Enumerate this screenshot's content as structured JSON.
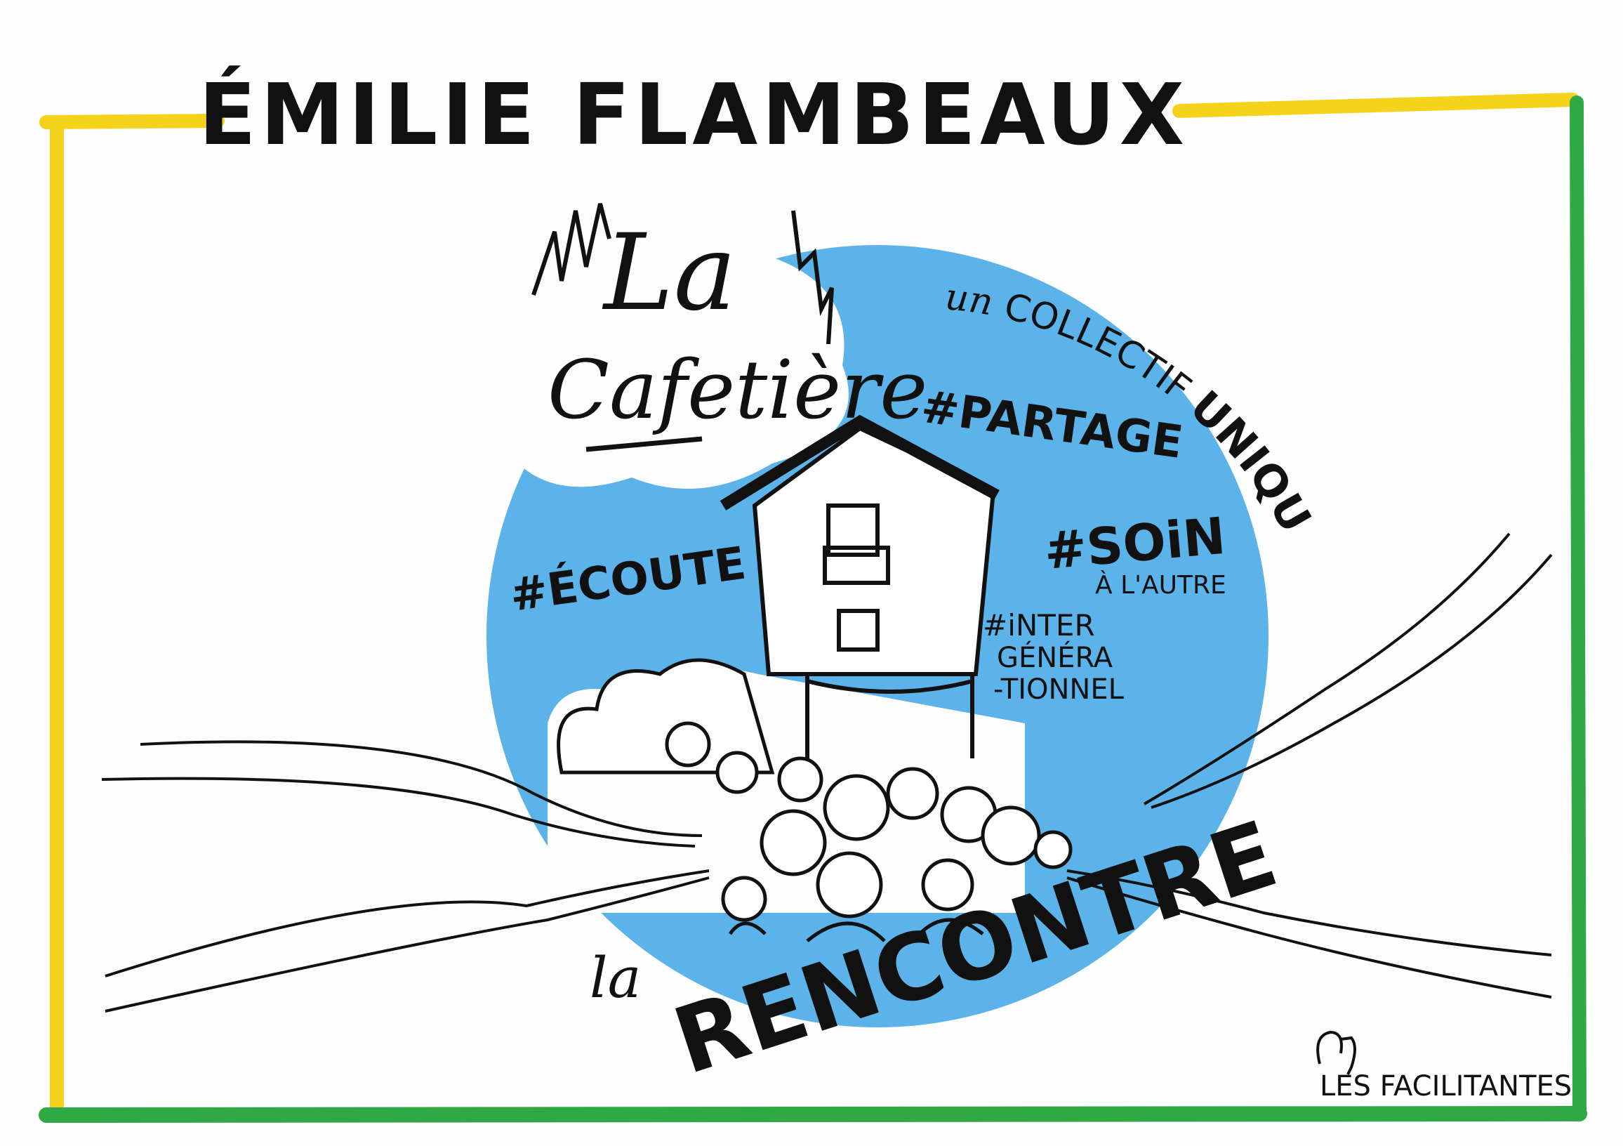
{
  "title": "ÉMILIE FLAMBEAUX",
  "logo_title": {
    "line1": "La",
    "line2": "Cafetière"
  },
  "arc_text": {
    "prefix": "un",
    "middle": "COLLECTIF",
    "emphasis": "UNIQUE"
  },
  "hashtags": {
    "partage": "#PARTAGE",
    "ecoute": "#ÉCOUTE",
    "soin": "#SOiN",
    "soin_sub": "À L'AUTRE",
    "inter_1": "#iNTER",
    "inter_2": "GÉNÉRA",
    "inter_3": "-TIONNEL"
  },
  "bottom": {
    "small": "la",
    "big": "RENCONTRE"
  },
  "signature": "LES FACILITANTES",
  "colors": {
    "yellow": "#f5d31c",
    "green": "#2fa845",
    "blue": "#5cb3ea",
    "ink": "#111111"
  }
}
